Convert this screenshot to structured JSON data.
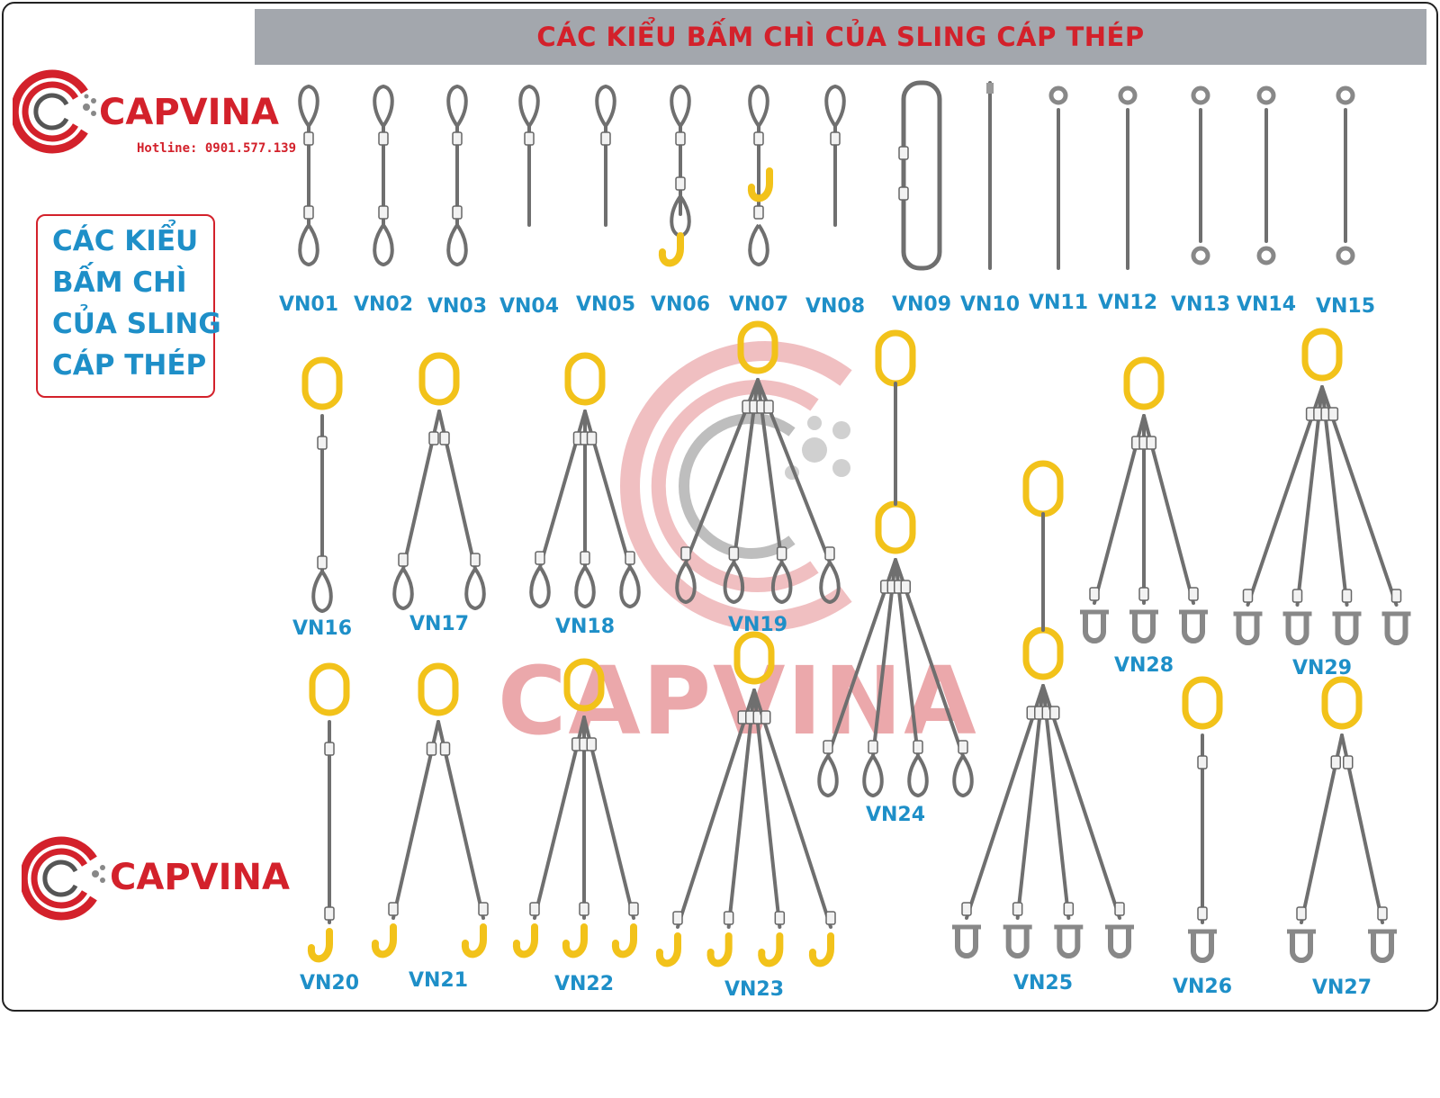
{
  "header": {
    "title": "CÁC KIỂU BẤM CHÌ CỦA SLING CÁP THÉP"
  },
  "brand": {
    "name": "CAPVINA",
    "hotline": "Hotline: 0901.577.139"
  },
  "side_box": {
    "lines": [
      "CÁC KIỂU",
      "BẤM CHÌ",
      "CỦA SLING",
      "CÁP THÉP"
    ]
  },
  "watermark": {
    "text": "CAPVINA"
  },
  "colors": {
    "brand_red": "#d3212b",
    "label_blue": "#1e8fc8",
    "header_gray": "#a3a7ad",
    "hook_yellow": "#f2c21a",
    "cable_gray": "#6f6f6f"
  },
  "sling_types": [
    "VN01",
    "VN02",
    "VN03",
    "VN04",
    "VN05",
    "VN06",
    "VN07",
    "VN08",
    "VN09",
    "VN10",
    "VN11",
    "VN12",
    "VN13",
    "VN14",
    "VN15",
    "VN16",
    "VN17",
    "VN18",
    "VN19",
    "VN20",
    "VN21",
    "VN22",
    "VN23",
    "VN24",
    "VN25",
    "VN26",
    "VN27",
    "VN28",
    "VN29"
  ]
}
